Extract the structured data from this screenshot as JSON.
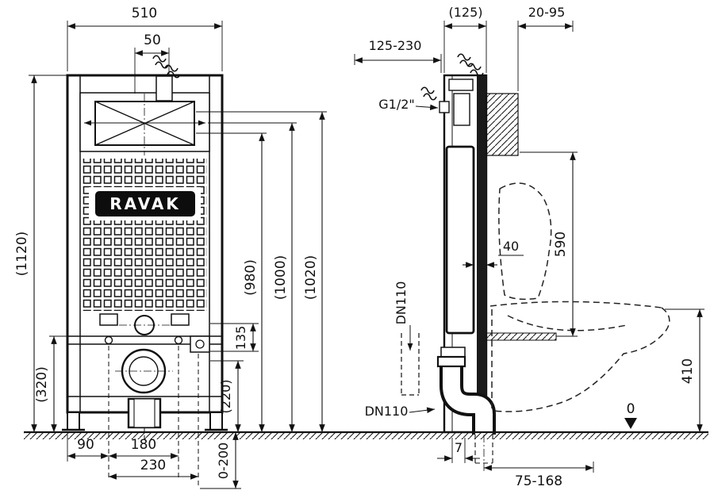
{
  "brand": {
    "logo": "RAVAK"
  },
  "front": {
    "w510": "510",
    "o50": "50",
    "h1120": "(1120)",
    "h320": "(320)",
    "h980": "(980)",
    "h1000": "(1000)",
    "h1020": "(1020)",
    "v135": "135",
    "v220": "(220)",
    "b90": "90",
    "b180": "180",
    "b230": "230",
    "feet": "0-200"
  },
  "side": {
    "d125": "(125)",
    "wall": "20-95",
    "depth": "125-230",
    "inlet": "G1/2\"",
    "d40": "40",
    "d590": "590",
    "dn110_pipe": "DN110",
    "dn110_outlet": "DN110",
    "rim410": "410",
    "level0": "0",
    "off7": "7",
    "out75_168": "75-168"
  }
}
